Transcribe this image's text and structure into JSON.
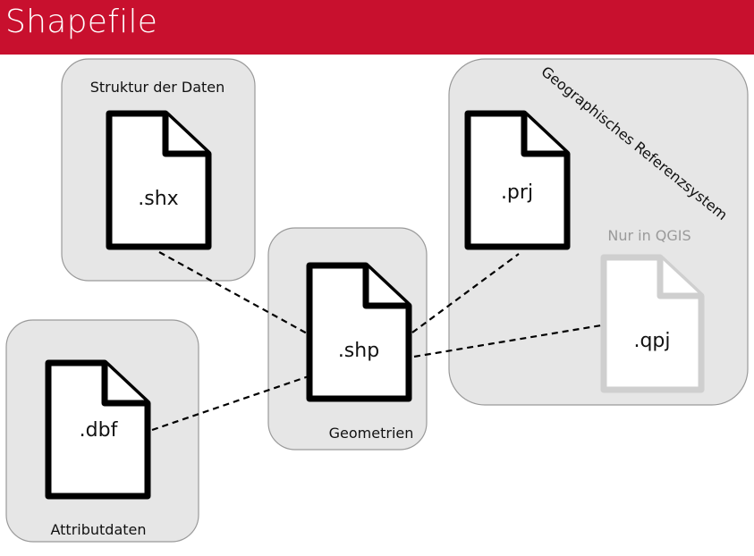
{
  "title": "Shapefile",
  "groups": {
    "struktur": {
      "label": "Struktur der Daten",
      "file": ".shx"
    },
    "geometrien": {
      "label": "Geometrien",
      "file": ".shp"
    },
    "attribut": {
      "label": "Attributdaten",
      "file": ".dbf"
    },
    "referenz": {
      "label": "Geographisches Referenzsystem",
      "file": ".prj",
      "optional_label": "Nur in QGIS",
      "optional_file": ".qpj"
    }
  },
  "colors": {
    "title_bar": "#c8102e",
    "group_fill": "#e6e6e6",
    "optional_gray": "#cfcfcf"
  }
}
